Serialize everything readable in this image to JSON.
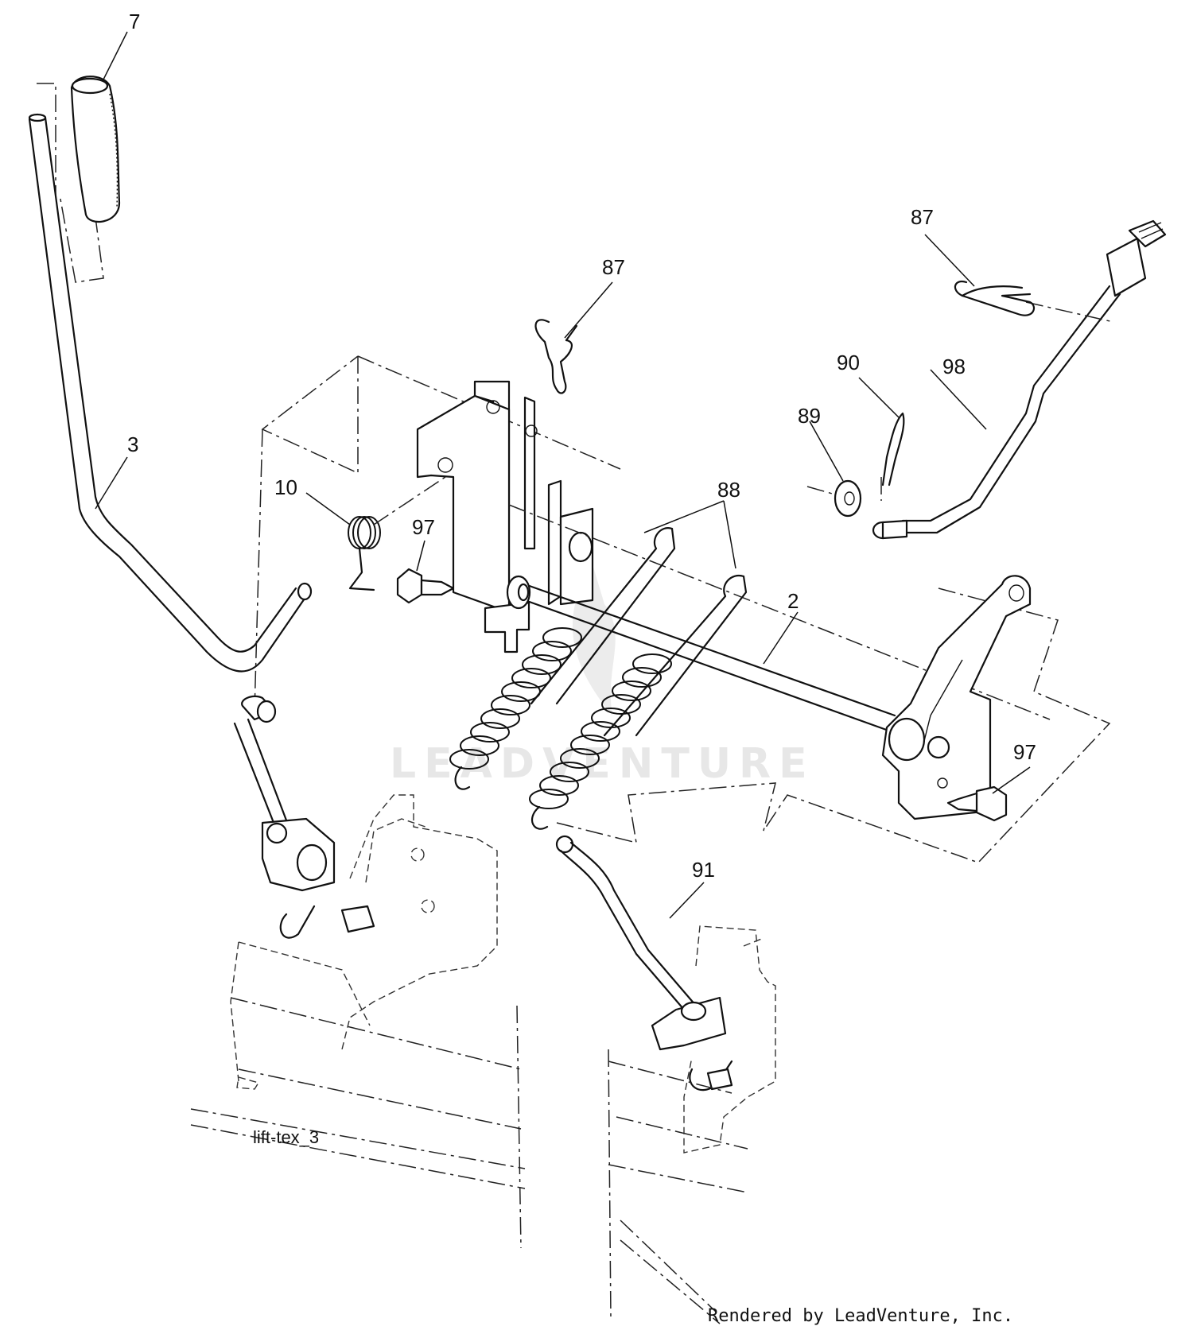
{
  "diagram": {
    "reference_code": "lift-tex_3",
    "credit": "Rendered by LeadVenture, Inc.",
    "watermark": "LEADVENTURE",
    "callouts": {
      "c7": "7",
      "c3": "3",
      "c10": "10",
      "c97_left": "97",
      "c87_center": "87",
      "c88": "88",
      "c2": "2",
      "c87_right": "87",
      "c90": "90",
      "c89": "89",
      "c98": "98",
      "c97_right": "97",
      "c91": "91"
    }
  }
}
